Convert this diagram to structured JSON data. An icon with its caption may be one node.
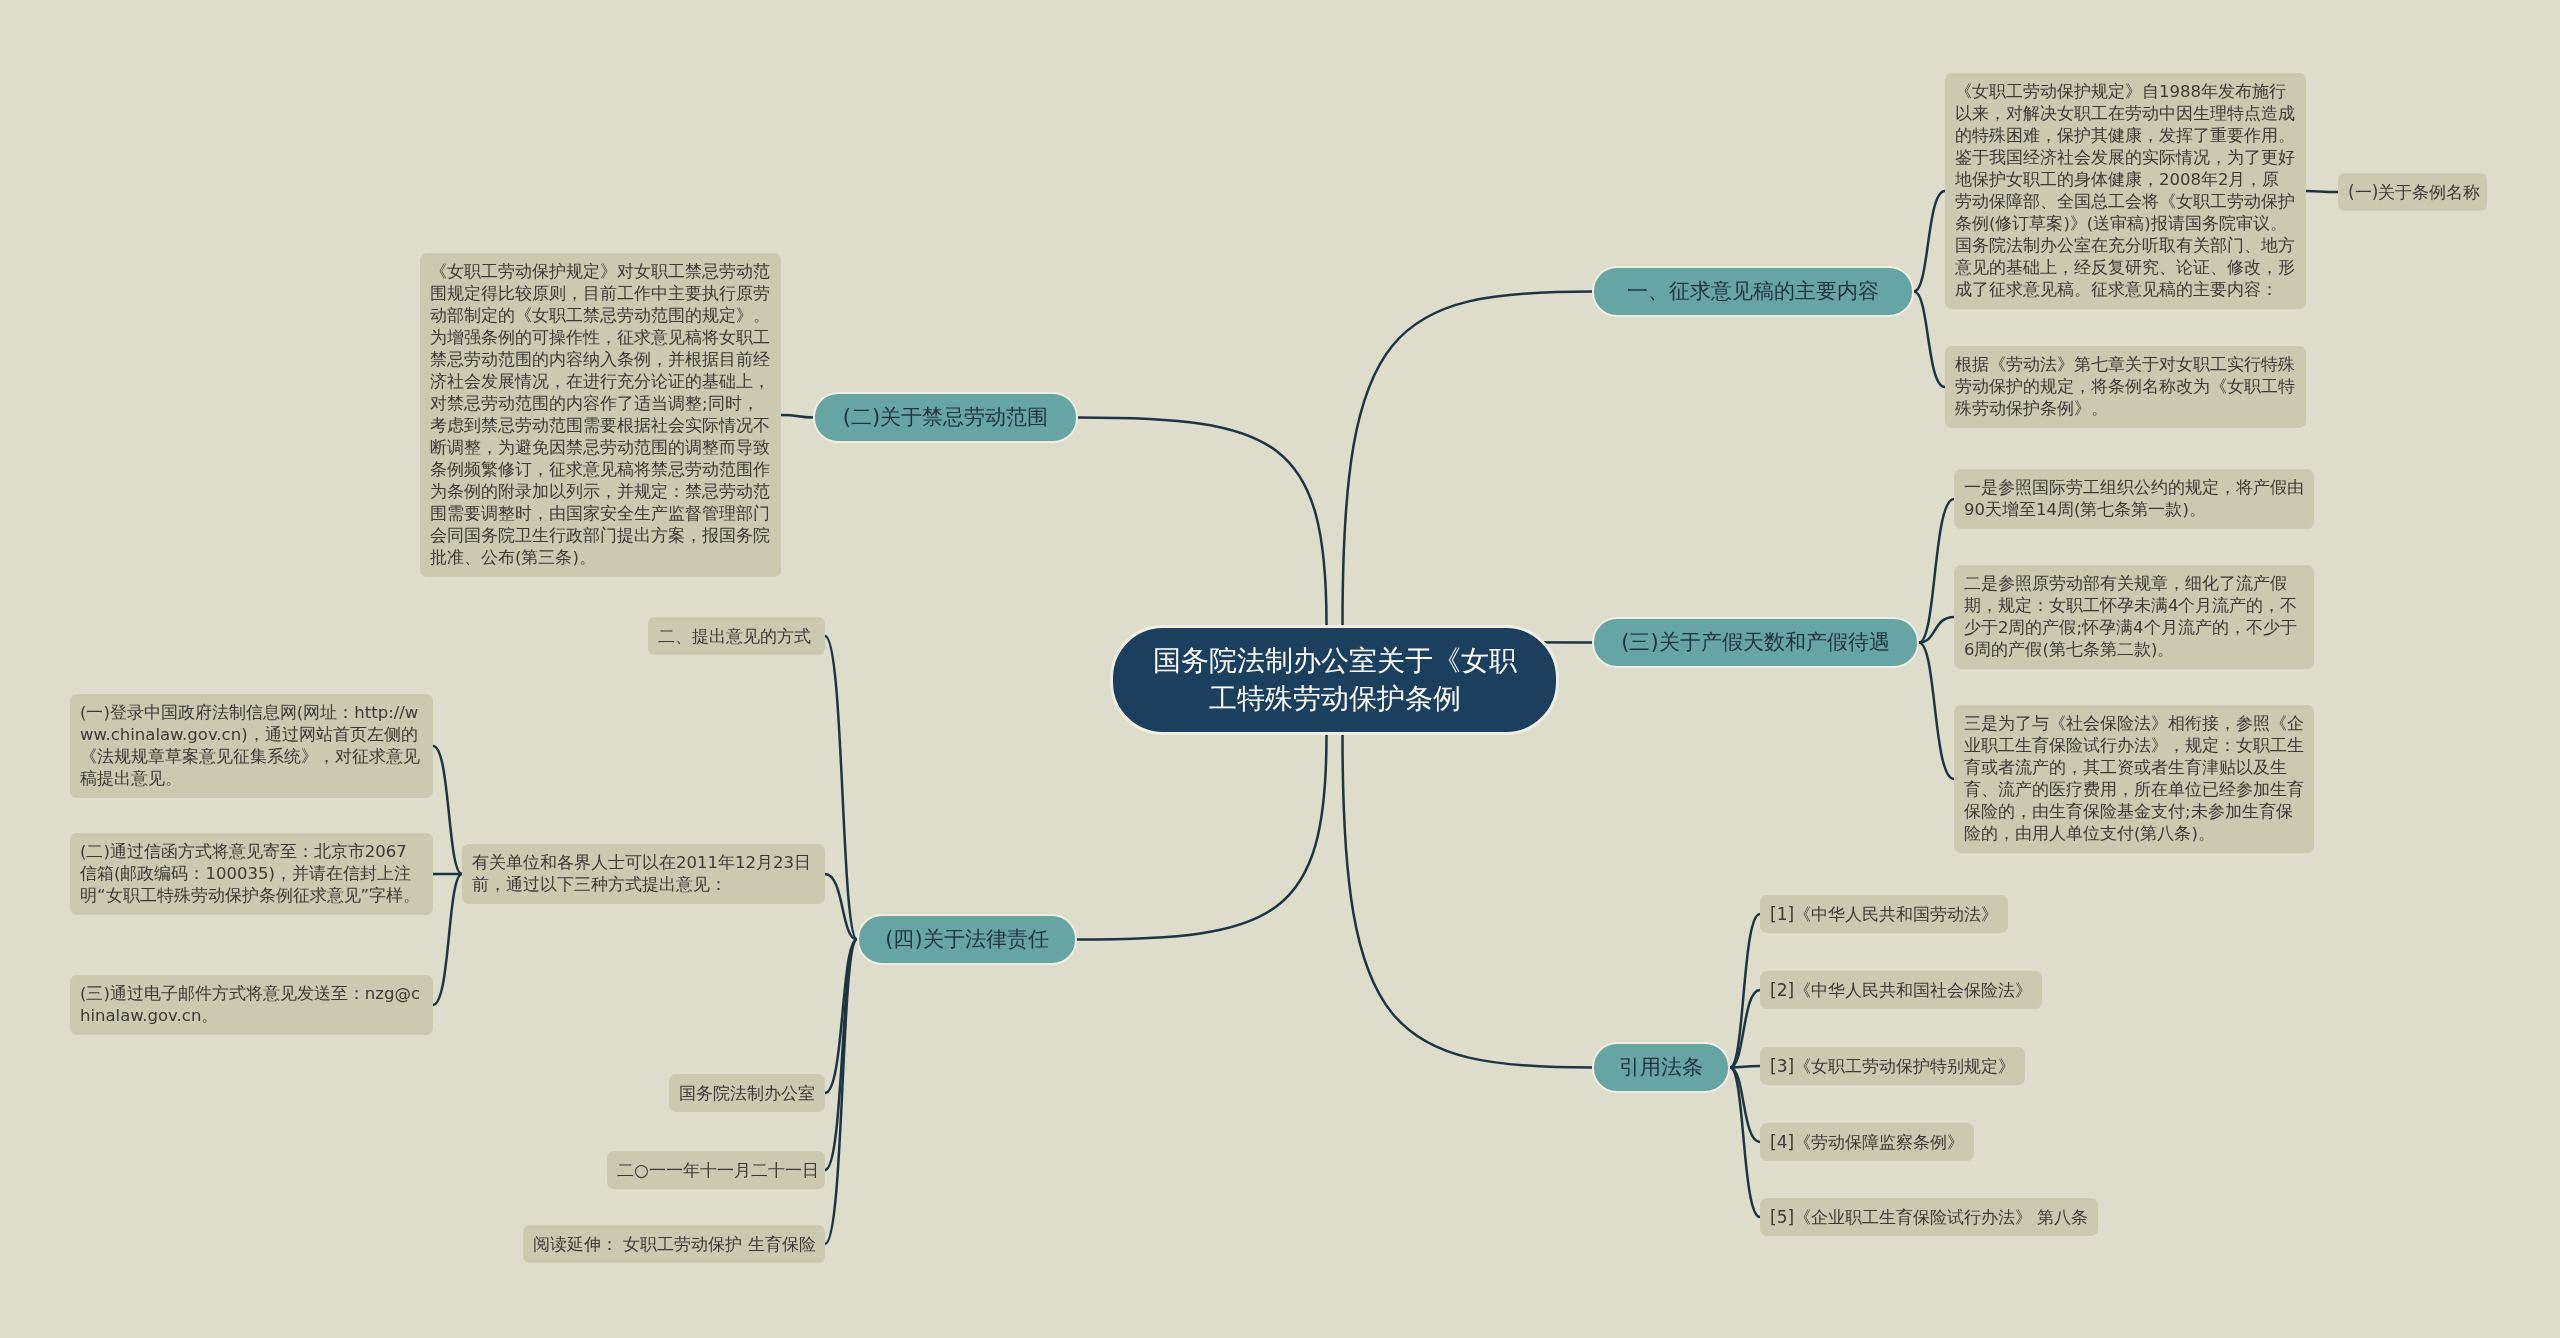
{
  "diagram": {
    "nodes": [
      {
        "text": [
          "国务院法制办公室关于《女职工特殊劳动保护条例"
        ]
      },
      {
        "text": [
          "一、征求意见稿的主要内容"
        ]
      },
      {
        "text": [
          "《女职工劳动保护规定》自1988年发布施行以来，对解决女职工在劳动中因生理特点造成的特殊困难，保护其健康，发挥了重要作用。鉴于我国经济社会发展的实际情况，为了更好地保护女职工的身体健康，2008年2月，原劳动保障部、全国总工会将《女职工劳动保护条例(修订草案)》(送审稿)报请国务院审议。国务院法制办公室在充分听取有关部门、地方意见的基础上，经反复研究、论证、修改，形成了征求意见稿。征求意见稿的主要内容："
        ]
      },
      {
        "text": [
          "(一)关于条例名称"
        ]
      },
      {
        "text": [
          "根据《劳动法》第七章关于对女职工实行特殊劳动保护的规定，将条例名称改为《女职工特殊劳动保护条例》。"
        ]
      },
      {
        "text": [
          "(三)关于产假天数和产假待遇"
        ]
      },
      {
        "text": [
          "一是参照国际劳工组织公约的规定，将产假由90天增至14周(第七条第一款)。"
        ]
      },
      {
        "text": [
          "二是参照原劳动部有关规章，细化了流产假期，规定：女职工怀孕未满4个月流产的，不少于2周的产假;怀孕满4个月流产的，不少于6周的产假(第七条第二款)。"
        ]
      },
      {
        "text": [
          "三是为了与《社会保险法》相衔接，参照《企业职工生育保险试行办法》，规定：女职工生育或者流产的，其工资或者生育津贴以及生育、流产的医疗费用，所在单位已经参加生育保险的，由生育保险基金支付;未参加生育保险的，由用人单位支付(第八条)。"
        ]
      },
      {
        "text": [
          "引用法条"
        ]
      },
      {
        "text": [
          "[1]《中华人民共和国劳动法》"
        ]
      },
      {
        "text": [
          "[2]《中华人民共和国社会保险法》"
        ]
      },
      {
        "text": [
          "[3]《女职工劳动保护特别规定》"
        ]
      },
      {
        "text": [
          "[4]《劳动保障监察条例》"
        ]
      },
      {
        "text": [
          "[5]《企业职工生育保险试行办法》 第八条"
        ]
      },
      {
        "text": [
          "(二)关于禁忌劳动范围"
        ]
      },
      {
        "text": [
          "《女职工劳动保护规定》对女职工禁忌劳动范围规定得比较原则，目前工作中主要执行原劳动部制定的《女职工禁忌劳动范围的规定》。为增强条例的可操作性，征求意见稿将女职工禁忌劳动范围的内容纳入条例，并根据目前经济社会发展情况，在进行充分论证的基础上，对禁忌劳动范围的内容作了适当调整;同时，考虑到禁忌劳动范围需要根据社会实际情况不断调整，为避免因禁忌劳动范围的调整而导致条例频繁修订，征求意见稿将禁忌劳动范围作为条例的附录加以列示，并规定：禁忌劳动范围需要调整时，由国家安全生产监督管理部门会同国务院卫生行政部门提出方案，报国务院批准、公布(第三条)。"
        ]
      },
      {
        "text": [
          "(四)关于法律责任"
        ]
      },
      {
        "text": [
          "二、提出意见的方式"
        ]
      },
      {
        "text": [
          "有关单位和各界人士可以在2011年12月23日前，通过以下三种方式提出意见："
        ]
      },
      {
        "text": [
          "(一)登录中国政府法制信息网(网址：http://www.chinalaw.gov.cn)，通过网站首页左侧的《法规规章草案意见征集系统》，对征求意见稿提出意见。"
        ]
      },
      {
        "text": [
          "(二)通过信函方式将意见寄至：北京市2067信箱(邮政编码：100035)，并请在信封上注明“女职工特殊劳动保护条例征求意见”字样。"
        ]
      },
      {
        "text": [
          "(三)通过电子邮件方式将意见发送至：nzg@chinalaw.gov.cn。"
        ]
      },
      {
        "text": [
          "国务院法制办公室"
        ]
      },
      {
        "text": [
          "二○一一年十一月二十一日"
        ]
      },
      {
        "text": [
          "阅读延伸： 女职工劳动保护 生育保险"
        ]
      }
    ],
    "edges": [
      {
        "from": 0,
        "to": 1,
        "arrow": "none"
      },
      {
        "from": 1,
        "to": 2,
        "arrow": "none"
      },
      {
        "from": 2,
        "to": 3,
        "arrow": "none"
      },
      {
        "from": 1,
        "to": 4,
        "arrow": "none"
      },
      {
        "from": 0,
        "to": 5,
        "arrow": "none"
      },
      {
        "from": 5,
        "to": 6,
        "arrow": "none"
      },
      {
        "from": 5,
        "to": 7,
        "arrow": "none"
      },
      {
        "from": 5,
        "to": 8,
        "arrow": "none"
      },
      {
        "from": 0,
        "to": 9,
        "arrow": "none"
      },
      {
        "from": 9,
        "to": 10,
        "arrow": "none"
      },
      {
        "from": 9,
        "to": 11,
        "arrow": "none"
      },
      {
        "from": 9,
        "to": 12,
        "arrow": "none"
      },
      {
        "from": 9,
        "to": 13,
        "arrow": "none"
      },
      {
        "from": 9,
        "to": 14,
        "arrow": "none"
      },
      {
        "from": 0,
        "to": 15,
        "arrow": "none"
      },
      {
        "from": 15,
        "to": 16,
        "arrow": "none"
      },
      {
        "from": 0,
        "to": 17,
        "arrow": "none"
      },
      {
        "from": 17,
        "to": 18,
        "arrow": "none"
      },
      {
        "from": 17,
        "to": 19,
        "arrow": "none"
      },
      {
        "from": 19,
        "to": 20,
        "arrow": "none"
      },
      {
        "from": 19,
        "to": 21,
        "arrow": "none"
      },
      {
        "from": 19,
        "to": 22,
        "arrow": "none"
      },
      {
        "from": 17,
        "to": 23,
        "arrow": "none"
      },
      {
        "from": 17,
        "to": 24,
        "arrow": "none"
      },
      {
        "from": 17,
        "to": 25,
        "arrow": "none"
      }
    ]
  }
}
